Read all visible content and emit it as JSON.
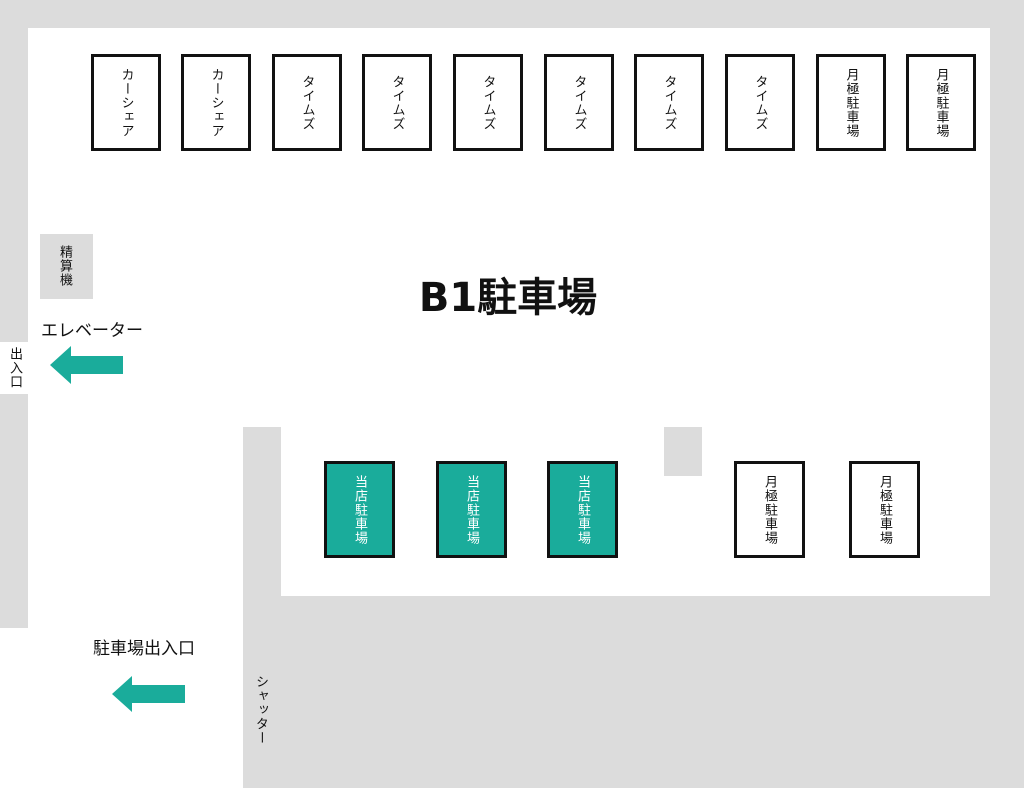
{
  "title": "B1駐車場",
  "colors": {
    "store": "#1aac9b",
    "area": "#dcdcdc",
    "outline": "#111111"
  },
  "top_row": [
    "カーシェア",
    "カーシェア",
    "タイムズ",
    "タイムズ",
    "タイムズ",
    "タイムズ",
    "タイムズ",
    "タイムズ",
    "月極駐車場",
    "月極駐車場"
  ],
  "bottom_row": {
    "store": [
      "当店駐車場",
      "当店駐車場",
      "当店駐車場"
    ],
    "monthly": [
      "月極駐車場",
      "月極駐車場"
    ]
  },
  "labels": {
    "payment_machine": "精算機",
    "elevator": "エレベーター",
    "entrance": "出入口",
    "parking_entrance": "駐車場出入口",
    "shutter": "シャッター"
  },
  "icons": {
    "elevator_arrow": "arrow-left-icon",
    "parking_arrow": "arrow-left-icon"
  }
}
